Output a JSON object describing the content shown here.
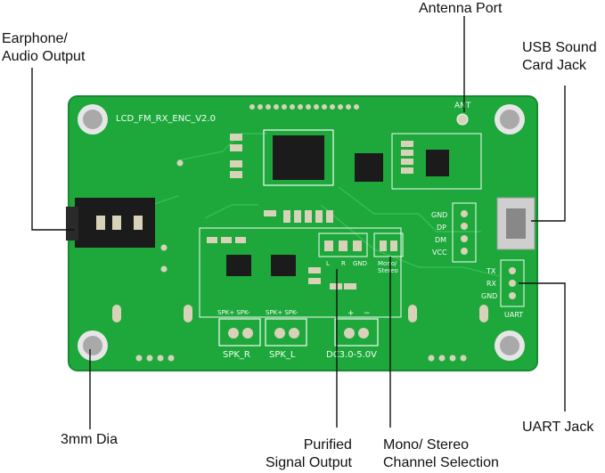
{
  "callouts": {
    "earphone": "Earphone/\nAudio Output",
    "antenna": "Antenna Port",
    "usb": "USB Sound\nCard Jack",
    "dia": "3mm Dia",
    "purified": "Purified\nSignal Output",
    "mono": "Mono/ Stereo\nChannel Selection",
    "uart": "UART Jack"
  },
  "silkscreen": {
    "board_name": "LCD_FM_RX_ENC_V2.0",
    "ant": "ANT",
    "gnd": "GND",
    "dp": "DP",
    "dm": "DM",
    "vcc": "VCC",
    "tx": "TX",
    "rx": "RX",
    "gnd2": "GND",
    "uart": "UART",
    "l": "L",
    "r": "R",
    "gnd3": "GND",
    "mono_stereo": "Mono/\nStereo",
    "spk_pm_r": "SPK+ SPK-",
    "spk_pm_l": "SPK+ SPK-",
    "spk_r": "SPK_R",
    "spk_l": "SPK_L",
    "plus": "+",
    "minus": "−",
    "dc": "DC3.0-5.0V"
  },
  "colors": {
    "board": "#1ea83c",
    "board_light": "#35bd52",
    "silk": "#f4fbf4",
    "chip": "#1b1b1b",
    "pad": "#d8d2b8",
    "line": "#111111"
  }
}
